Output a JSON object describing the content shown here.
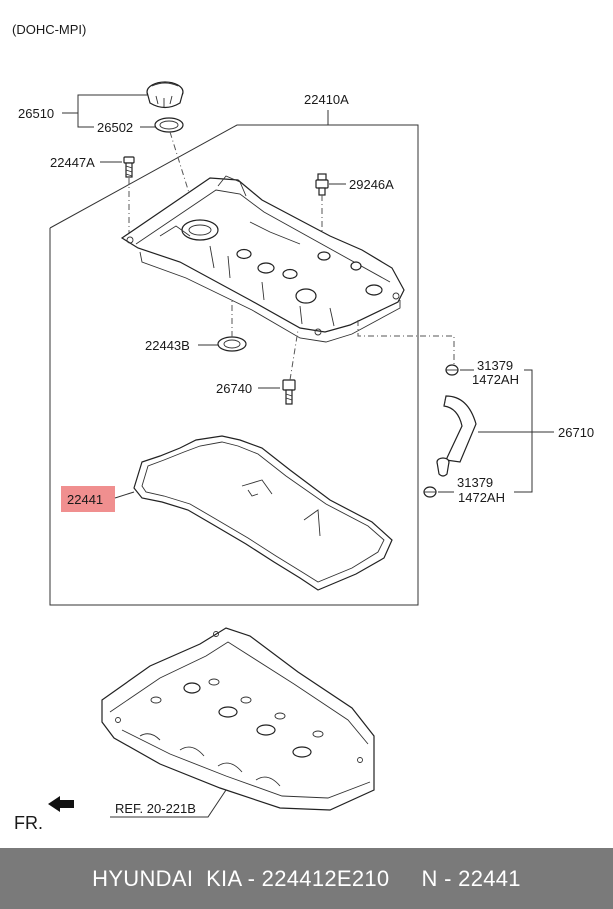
{
  "header": {
    "engine": "(DOHC-MPI)"
  },
  "labels": {
    "p26510": "26510",
    "p26502": "26502",
    "p22410A": "22410A",
    "p22447A": "22447A",
    "p29246A": "29246A",
    "p22443B": "22443B",
    "p26740": "26740",
    "p31379_top": "31379",
    "p1472AH_top": "1472AH",
    "p26710": "26710",
    "p31379_bot": "31379",
    "p1472AH_bot": "1472AH",
    "p22441": "22441",
    "ref": "REF. 20-221B",
    "front": "FR."
  },
  "colors": {
    "highlight": "#f08f8f",
    "footer_bg": "#7a7a7a"
  },
  "footer": {
    "text": "HYUNDAI  KIA - 224412E210     N - 22441"
  }
}
